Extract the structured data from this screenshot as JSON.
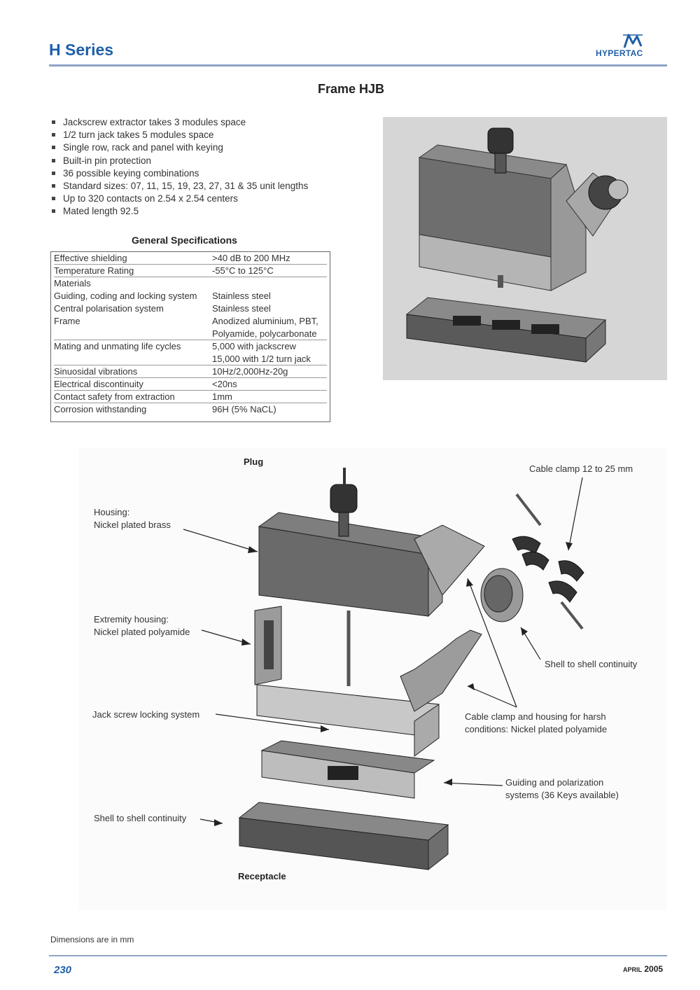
{
  "header": {
    "series": "H Series",
    "brand": "HYPERTAC"
  },
  "frame_title": "Frame HJB",
  "bullets": [
    "Jackscrew extractor takes 3 modules space",
    "1/2 turn jack takes 5 modules space",
    "Single row, rack and panel with keying",
    "Built-in pin protection",
    "36 possible keying combinations",
    "Standard sizes: 07, 11, 15, 19, 23, 27, 31 & 35 unit lengths",
    "Up to 320 contacts on 2.54 x 2.54 centers",
    "Mated length 92.5"
  ],
  "specs": {
    "title": "General Specifications",
    "rows": [
      {
        "label": "Effective shielding",
        "value": ">40 dB to 200 MHz"
      },
      {
        "label": "Temperature Rating",
        "value": "-55°C to 125°C"
      },
      {
        "label": "Materials",
        "value": ""
      },
      {
        "label": "Guiding, coding and locking system",
        "value": "Stainless steel"
      },
      {
        "label": "Central polarisation system",
        "value": "Stainless steel"
      },
      {
        "label": "Frame",
        "value": "Anodized aluminium, PBT,"
      },
      {
        "label": "",
        "value": "Polyamide, polycarbonate"
      },
      {
        "label": "Mating and unmating life cycles",
        "value": "5,000 with jackscrew"
      },
      {
        "label": "",
        "value": "15,000 with 1/2 turn jack"
      },
      {
        "label": "Sinuosidal vibrations",
        "value": "10Hz/2,000Hz-20g"
      },
      {
        "label": "Electrical discontinuity",
        "value": "<20ns"
      },
      {
        "label": "Contact safety from extraction",
        "value": "1mm"
      },
      {
        "label": "Corrosion withstanding",
        "value": "96H (5% NaCL)"
      }
    ]
  },
  "diagram": {
    "plug": "Plug",
    "receptacle": "Receptacle",
    "cable_clamp": "Cable clamp 12 to 25 mm",
    "housing_1": "Housing:",
    "housing_2": "Nickel plated brass",
    "extremity_1": "Extremity housing:",
    "extremity_2": "Nickel plated polyamide",
    "shell_right": "Shell to shell continuity",
    "jack_screw": "Jack screw locking system",
    "clamp_housing_1": "Cable clamp and housing for harsh",
    "clamp_housing_2": "conditions: Nickel plated polyamide",
    "guiding_1": "Guiding and polarization",
    "guiding_2": "systems (36 Keys available)",
    "shell_left": "Shell to shell continuity"
  },
  "footer": {
    "note": "Dimensions are in mm",
    "page": "230",
    "month": "APRIL",
    "year": "2005"
  },
  "colors": {
    "brand_blue": "#1f5fa8",
    "rule": "#8fa3c6"
  }
}
